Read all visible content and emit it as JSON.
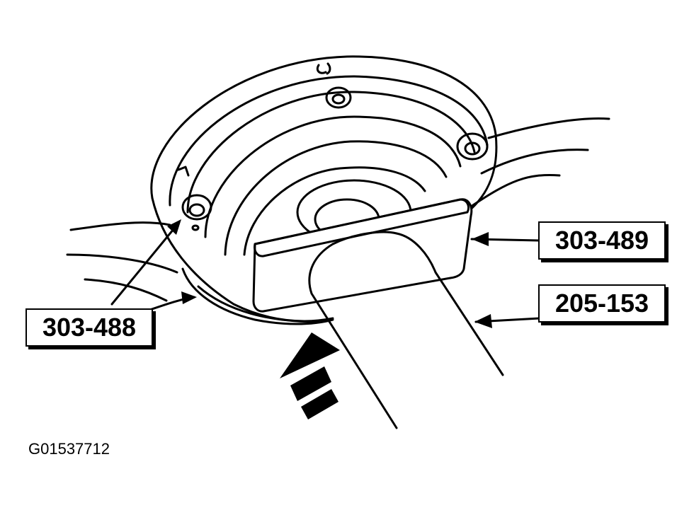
{
  "callouts": {
    "tool_303_489": "303-489",
    "tool_205_153": "205-153",
    "tool_303_488": "303-488"
  },
  "figure_id": "G01537712"
}
